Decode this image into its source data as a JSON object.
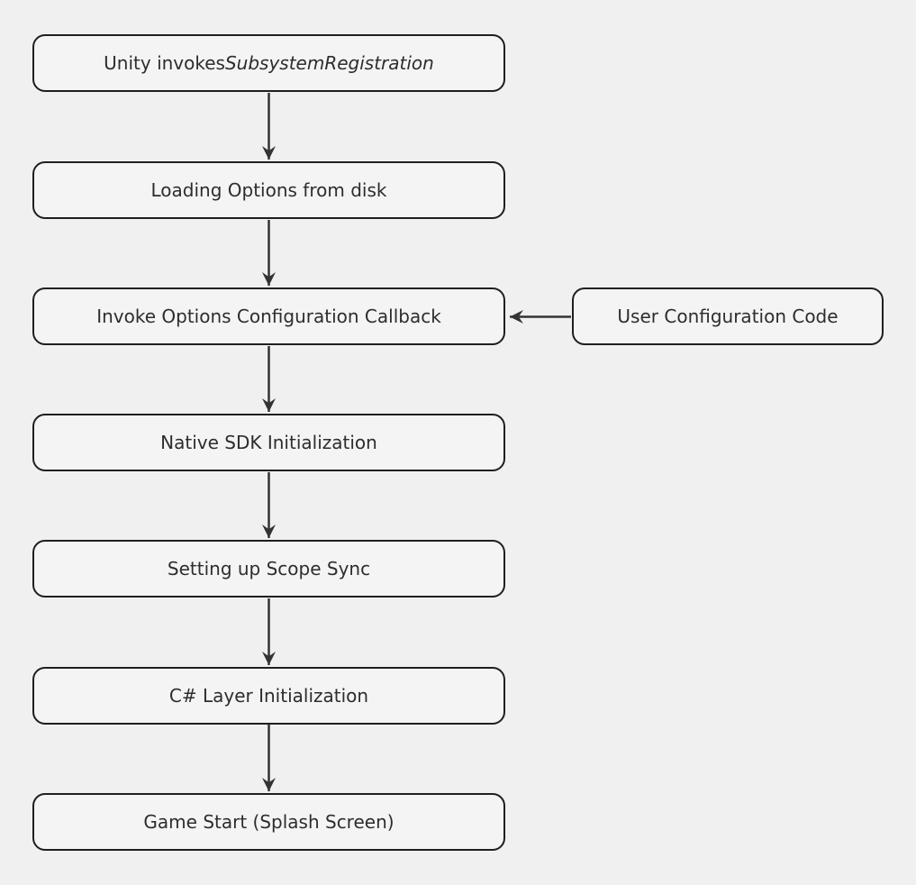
{
  "diagram": {
    "type": "flowchart",
    "direction": "top-down",
    "colors": {
      "background": "#f0f0f0",
      "node_fill": "#f4f4f4",
      "node_border": "#1f1f1f",
      "arrow": "#333333",
      "text": "#2d2d2d"
    },
    "nodes": [
      {
        "id": "unity-invokes",
        "label_prefix": "Unity invokes ",
        "label_italic": "SubsystemRegistration"
      },
      {
        "id": "loading-options",
        "label": "Loading Options from disk"
      },
      {
        "id": "invoke-callback",
        "label": "Invoke Options Configuration Callback"
      },
      {
        "id": "user-config-code",
        "label": "User Configuration Code"
      },
      {
        "id": "native-sdk-init",
        "label": "Native SDK Initialization"
      },
      {
        "id": "scope-sync",
        "label": "Setting up Scope Sync"
      },
      {
        "id": "csharp-layer-init",
        "label": "C# Layer Initialization"
      },
      {
        "id": "game-start",
        "label": "Game Start (Splash Screen)"
      }
    ],
    "edges": [
      {
        "from": "unity-invokes",
        "to": "loading-options"
      },
      {
        "from": "loading-options",
        "to": "invoke-callback"
      },
      {
        "from": "user-config-code",
        "to": "invoke-callback"
      },
      {
        "from": "invoke-callback",
        "to": "native-sdk-init"
      },
      {
        "from": "native-sdk-init",
        "to": "scope-sync"
      },
      {
        "from": "scope-sync",
        "to": "csharp-layer-init"
      },
      {
        "from": "csharp-layer-init",
        "to": "game-start"
      }
    ]
  }
}
